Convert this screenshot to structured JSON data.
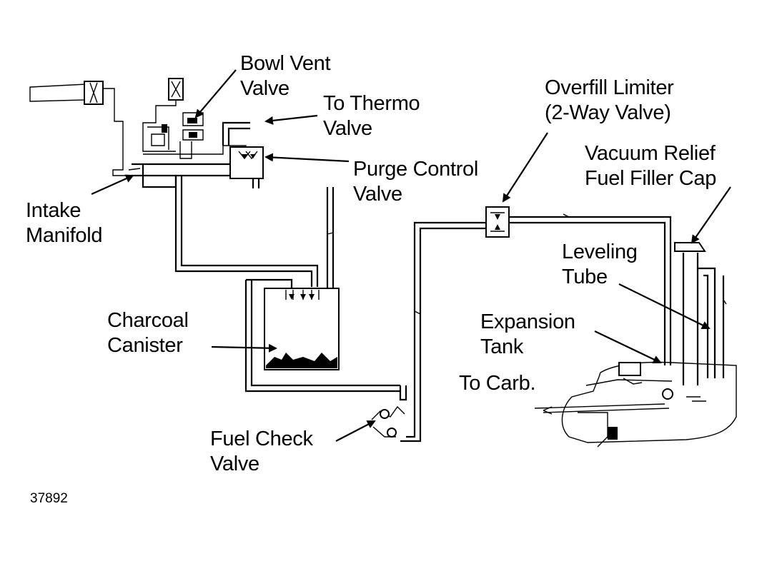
{
  "labels": {
    "bowl_vent_valve": [
      "Bowl Vent",
      "Valve"
    ],
    "to_thermo_valve": [
      "To Thermo",
      "Valve"
    ],
    "purge_control_valve": [
      "Purge Control",
      "Valve"
    ],
    "intake_manifold": [
      "Intake",
      "Manifold"
    ],
    "overfill_limiter": [
      "Overfill Limiter",
      "(2-Way Valve)"
    ],
    "vacuum_relief_cap": [
      "Vacuum Relief",
      "Fuel Filler Cap"
    ],
    "leveling_tube": [
      "Leveling",
      "Tube"
    ],
    "charcoal_canister": [
      "Charcoal",
      "Canister"
    ],
    "expansion_tank": [
      "Expansion",
      "Tank"
    ],
    "to_carb": "To Carb.",
    "fuel_check_valve": [
      "Fuel Check",
      "Valve"
    ]
  },
  "figure_number": "37892"
}
